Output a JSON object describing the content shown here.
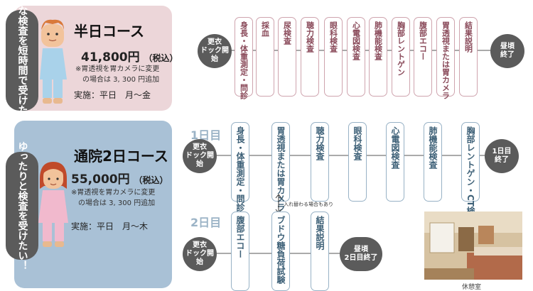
{
  "half_day": {
    "bubble_lines": [
      "必要な検査を",
      "短時間で受けたい！"
    ],
    "title": "半日コース",
    "price": "41,800円",
    "tax": "（税込）",
    "note_line1": "※胃透視を胃カメラに変更",
    "note_line2": "の場合は 3, 300 円追加",
    "schedule": "実施：平日　月～金",
    "start": [
      "更衣",
      "ドック開始"
    ],
    "steps": [
      "身長・体重測定・問診",
      "採血",
      "尿検査",
      "聴力検査",
      "眼科検査",
      "心電図検査",
      "肺機能検査",
      "胸部レントゲン",
      "腹部エコー",
      "胃透視または胃カメラ",
      "結果説明"
    ],
    "end": [
      "昼頃",
      "終了"
    ]
  },
  "two_day": {
    "bubble_lines": [
      "ゆったりと検査を",
      "受けたい！"
    ],
    "title": "通院2日コース",
    "price": "55,000円",
    "tax": "（税込）",
    "note_line1": "※胃透視を胃カメラに変更",
    "note_line2": "の場合は 3, 300 円追加",
    "schedule": "実施：平日　月～木",
    "day1_label": "1日目",
    "day1_start": [
      "更衣",
      "ドック開始"
    ],
    "day1_steps": [
      "身長・体重測定・問診",
      "胃透視または胃カメラ",
      "聴力検査",
      "眼科検査",
      "心電図検査",
      "肺機能検査",
      "胸部レントゲン・CT検査"
    ],
    "day1_end": [
      "1日目",
      "終了"
    ],
    "swap_note": "入れ替わる場合もあり",
    "day2_label": "2日目",
    "day2_start": [
      "更衣",
      "ドック開始"
    ],
    "day2_steps": [
      "腹部エコー",
      "ブドウ糖負荷試験",
      "結果説明"
    ],
    "day2_end": [
      "昼頃",
      "2日目終了"
    ]
  },
  "photo_caption": "休憩室",
  "colors": {
    "pink_card": "#ecd6d9",
    "blue_card": "#a9c1d6",
    "dark_circle": "#5b5b5b",
    "pink_border": "#cfa4ae",
    "blue_border": "#98b2c6"
  }
}
